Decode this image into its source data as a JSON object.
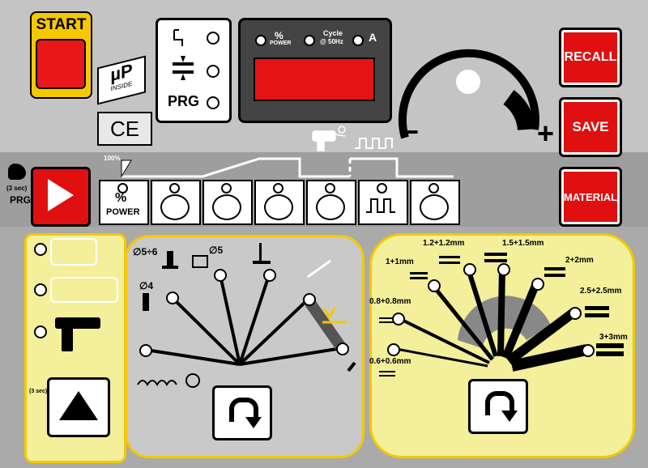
{
  "start": {
    "label": "START"
  },
  "logo": {
    "text": "µP",
    "sub": "INSIDE"
  },
  "ce": {
    "text": "CE"
  },
  "mode_box": {
    "prg_label": "PRG"
  },
  "display": {
    "percent_symbol": "%",
    "power_label": "POWER",
    "cycle_label": "Cycle",
    "hz_label": "@ 50Hz",
    "amp_label": "A"
  },
  "knob": {
    "minus": "−",
    "plus": "+"
  },
  "side_buttons": {
    "recall": "RECALL",
    "save": "SAVE",
    "material": "MATERIAL"
  },
  "cycle_strip": {
    "percent_100": "100%",
    "three_sec": "(3 sec)",
    "prg": "PRG",
    "power_percent": "%",
    "power_label": "POWER"
  },
  "wire_panel": {
    "d56": "∅5÷6",
    "d5": "∅5",
    "d4": "∅4"
  },
  "thickness_panel": {
    "labels": [
      "0.6+0.6mm",
      "0.8+0.8mm",
      "1+1mm",
      "1.2+1.2mm",
      "1.5+1.5mm",
      "2+2mm",
      "2.5+2.5mm",
      "3+3mm"
    ]
  },
  "left_col": {
    "three_sec": "(3 sec)"
  }
}
